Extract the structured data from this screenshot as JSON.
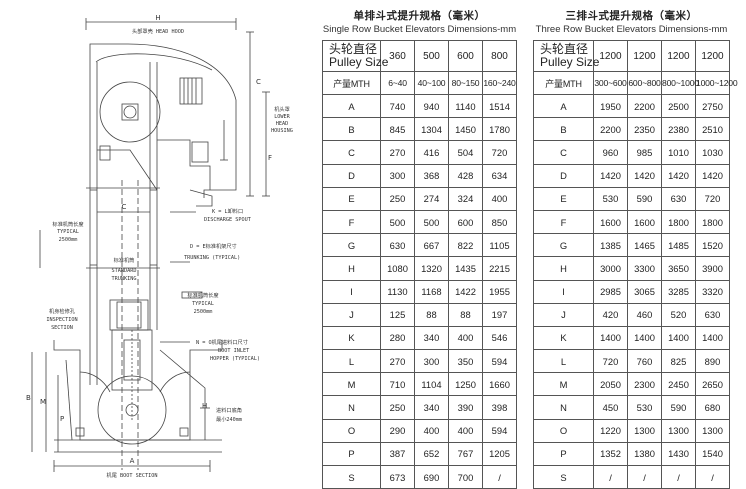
{
  "drawing": {
    "labels": {
      "h": "H",
      "head_hood": "头部罩壳 HEAD HOOD",
      "lower_head_cn": "机头罩",
      "lower_head_1": "LOWER",
      "lower_head_2": "HEAD",
      "lower_head_3": "HOUSING",
      "c_right": "C",
      "f": "F",
      "k_spout": "K = L卸料口",
      "discharge": "DISCHARGE SPOUT",
      "c_mid": "C",
      "d_e_cn": "D = E标准机架尺寸",
      "trunking_typ": "TRUNKING (TYPICAL)",
      "std_len_cn": "标准机筒长度",
      "typical": "TYPICAL",
      "len_2500": "2500mm",
      "std_trunk_cn": "标准机筒",
      "standard": "STANDARD",
      "trunking": "TRUNKING",
      "std_len_cn2": "标准机筒长度",
      "typical2": "TYPICAL",
      "len_2500b": "2500mm",
      "insp_cn": "机身检修孔",
      "inspection": "INSPECTION",
      "section": "SECTION",
      "boot_inlet_cn": "N = O机尾进料口尺寸",
      "boot_inlet": "BOOT INLET",
      "hopper": "HOPPER (TYPICAL)",
      "b": "B",
      "m": "M",
      "p": "P",
      "feed_cn": "进料口底角",
      "feed_min": "最小240mm",
      "ref_h": "H",
      "a": "A",
      "boot_section": "机尾 BOOT SECTION"
    }
  },
  "single": {
    "title": "单排斗式提升规格（毫米）",
    "subtitle": "Single Row Bucket Elevators Dimensions-mm",
    "pulley_cn": "头轮直径",
    "pulley_en": "Pulley Size",
    "sizes": [
      "360",
      "500",
      "600",
      "800"
    ],
    "mth_label": "产量MTH",
    "mth": [
      "6~40",
      "40~100",
      "80~150",
      "160~240"
    ],
    "rows": [
      {
        "key": "A",
        "v": [
          "740",
          "940",
          "1140",
          "1514"
        ]
      },
      {
        "key": "B",
        "v": [
          "845",
          "1304",
          "1450",
          "1780"
        ]
      },
      {
        "key": "C",
        "v": [
          "270",
          "416",
          "504",
          "720"
        ]
      },
      {
        "key": "D",
        "v": [
          "300",
          "368",
          "428",
          "634"
        ]
      },
      {
        "key": "E",
        "v": [
          "250",
          "274",
          "324",
          "400"
        ]
      },
      {
        "key": "F",
        "v": [
          "500",
          "500",
          "600",
          "850"
        ]
      },
      {
        "key": "G",
        "v": [
          "630",
          "667",
          "822",
          "1105"
        ]
      },
      {
        "key": "H",
        "v": [
          "1080",
          "1320",
          "1435",
          "2215"
        ]
      },
      {
        "key": "I",
        "v": [
          "1130",
          "1168",
          "1422",
          "1955"
        ]
      },
      {
        "key": "J",
        "v": [
          "125",
          "88",
          "88",
          "197"
        ]
      },
      {
        "key": "K",
        "v": [
          "280",
          "340",
          "400",
          "546"
        ]
      },
      {
        "key": "L",
        "v": [
          "270",
          "300",
          "350",
          "594"
        ]
      },
      {
        "key": "M",
        "v": [
          "710",
          "1104",
          "1250",
          "1660"
        ]
      },
      {
        "key": "N",
        "v": [
          "250",
          "340",
          "390",
          "398"
        ]
      },
      {
        "key": "O",
        "v": [
          "290",
          "400",
          "400",
          "594"
        ]
      },
      {
        "key": "P",
        "v": [
          "387",
          "652",
          "767",
          "1205"
        ]
      },
      {
        "key": "S",
        "v": [
          "673",
          "690",
          "700",
          "/"
        ]
      }
    ]
  },
  "triple": {
    "title": "三排斗式提升规格（毫米）",
    "subtitle": "Three Row Bucket Elevators Dimensions-mm",
    "pulley_cn": "头轮直径",
    "pulley_en": "Pulley Size",
    "sizes": [
      "1200",
      "1200",
      "1200",
      "1200"
    ],
    "mth_label": "产量MTH",
    "mth": [
      "300~600",
      "600~800",
      "800~1000",
      "1000~1200"
    ],
    "rows": [
      {
        "key": "A",
        "v": [
          "1950",
          "2200",
          "2500",
          "2750"
        ]
      },
      {
        "key": "B",
        "v": [
          "2200",
          "2350",
          "2380",
          "2510"
        ]
      },
      {
        "key": "C",
        "v": [
          "960",
          "985",
          "1010",
          "1030"
        ]
      },
      {
        "key": "D",
        "v": [
          "1420",
          "1420",
          "1420",
          "1420"
        ]
      },
      {
        "key": "E",
        "v": [
          "530",
          "590",
          "630",
          "720"
        ]
      },
      {
        "key": "F",
        "v": [
          "1600",
          "1600",
          "1800",
          "1800"
        ]
      },
      {
        "key": "G",
        "v": [
          "1385",
          "1465",
          "1485",
          "1520"
        ]
      },
      {
        "key": "H",
        "v": [
          "3000",
          "3300",
          "3650",
          "3900"
        ]
      },
      {
        "key": "I",
        "v": [
          "2985",
          "3065",
          "3285",
          "3320"
        ]
      },
      {
        "key": "J",
        "v": [
          "420",
          "460",
          "520",
          "630"
        ]
      },
      {
        "key": "K",
        "v": [
          "1400",
          "1400",
          "1400",
          "1400"
        ]
      },
      {
        "key": "L",
        "v": [
          "720",
          "760",
          "825",
          "890"
        ]
      },
      {
        "key": "M",
        "v": [
          "2050",
          "2300",
          "2450",
          "2650"
        ]
      },
      {
        "key": "N",
        "v": [
          "450",
          "530",
          "590",
          "680"
        ]
      },
      {
        "key": "O",
        "v": [
          "1220",
          "1300",
          "1300",
          "1300"
        ]
      },
      {
        "key": "P",
        "v": [
          "1352",
          "1380",
          "1430",
          "1540"
        ]
      },
      {
        "key": "S",
        "v": [
          "/",
          "/",
          "/",
          "/"
        ]
      }
    ]
  }
}
